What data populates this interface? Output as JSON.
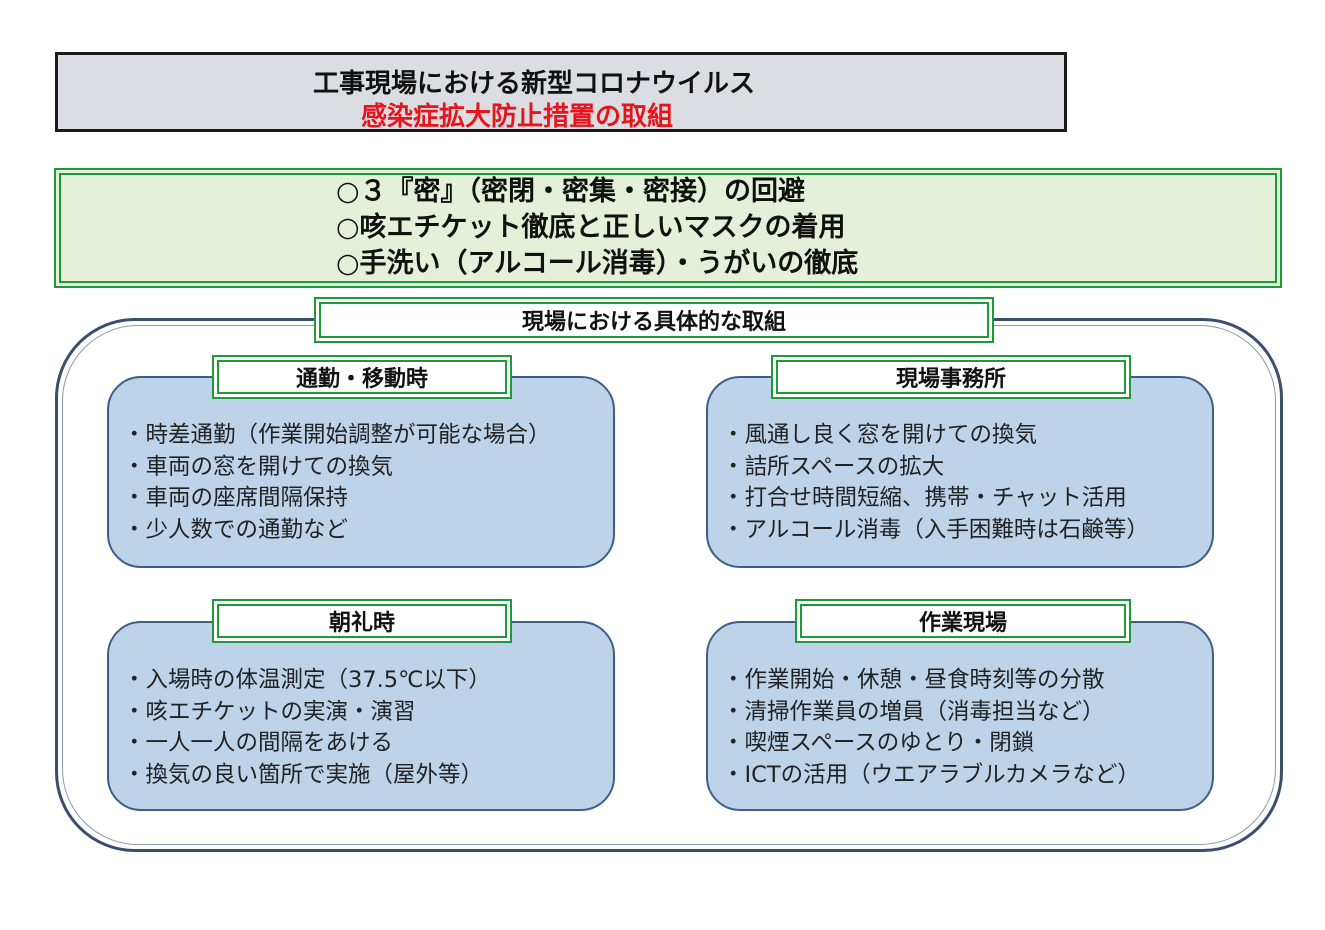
{
  "header": {
    "line1": "工事現場における新型コロナウイルス",
    "line2": "感染症拡大防止措置の取組"
  },
  "principles": [
    "○３『密』（密閉・密集・密接）の回避",
    "○咳エチケット徹底と正しいマスクの着用",
    "○手洗い（アルコール消毒）・うがいの徹底"
  ],
  "main_label": "現場における具体的な取組",
  "sections": [
    {
      "title": "通勤・移動時",
      "items": [
        "・時差通勤（作業開始調整が可能な場合）",
        "・車両の窓を開けての換気",
        "・車両の座席間隔保持",
        "・少人数での通勤など"
      ]
    },
    {
      "title": "現場事務所",
      "items": [
        "・風通し良く窓を開けての換気",
        "・詰所スペースの拡大",
        "・打合せ時間短縮、携帯・チャット活用",
        "・アルコール消毒（入手困難時は石鹸等）"
      ]
    },
    {
      "title": "朝礼時",
      "items": [
        "・入場時の体温測定（37.5℃以下）",
        "・咳エチケットの実演・演習",
        "・一人一人の間隔をあける",
        "・換気の良い箇所で実施（屋外等）"
      ]
    },
    {
      "title": "作業現場",
      "items": [
        "・作業開始・休憩・昼食時刻等の分散",
        "・清掃作業員の増員（消毒担当など）",
        "・喫煙スペースのゆとり・閉鎖",
        "・ICTの活用（ウエアラブルカメラなど）"
      ]
    }
  ],
  "colors": {
    "title_red": "#e8141c",
    "frame_green": "#1f9a3a",
    "principles_bg": "#e4f0d7",
    "card_bg": "#bcd3ea",
    "card_border": "#3d5f86",
    "title_bg": "#dcdde3"
  }
}
